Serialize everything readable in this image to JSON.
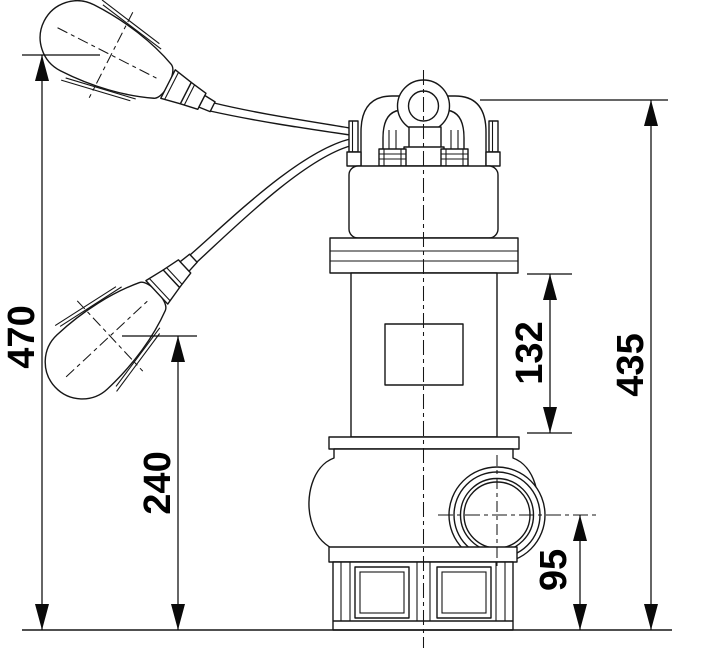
{
  "drawing": {
    "title": "submersible-pump-outline-dimension-drawing",
    "colors": {
      "line": "#161616",
      "background": "#ffffff",
      "text": "#000000"
    },
    "labels": {
      "d470": "470",
      "d240": "240",
      "d132": "132",
      "d435": "435",
      "d95": "95"
    }
  }
}
